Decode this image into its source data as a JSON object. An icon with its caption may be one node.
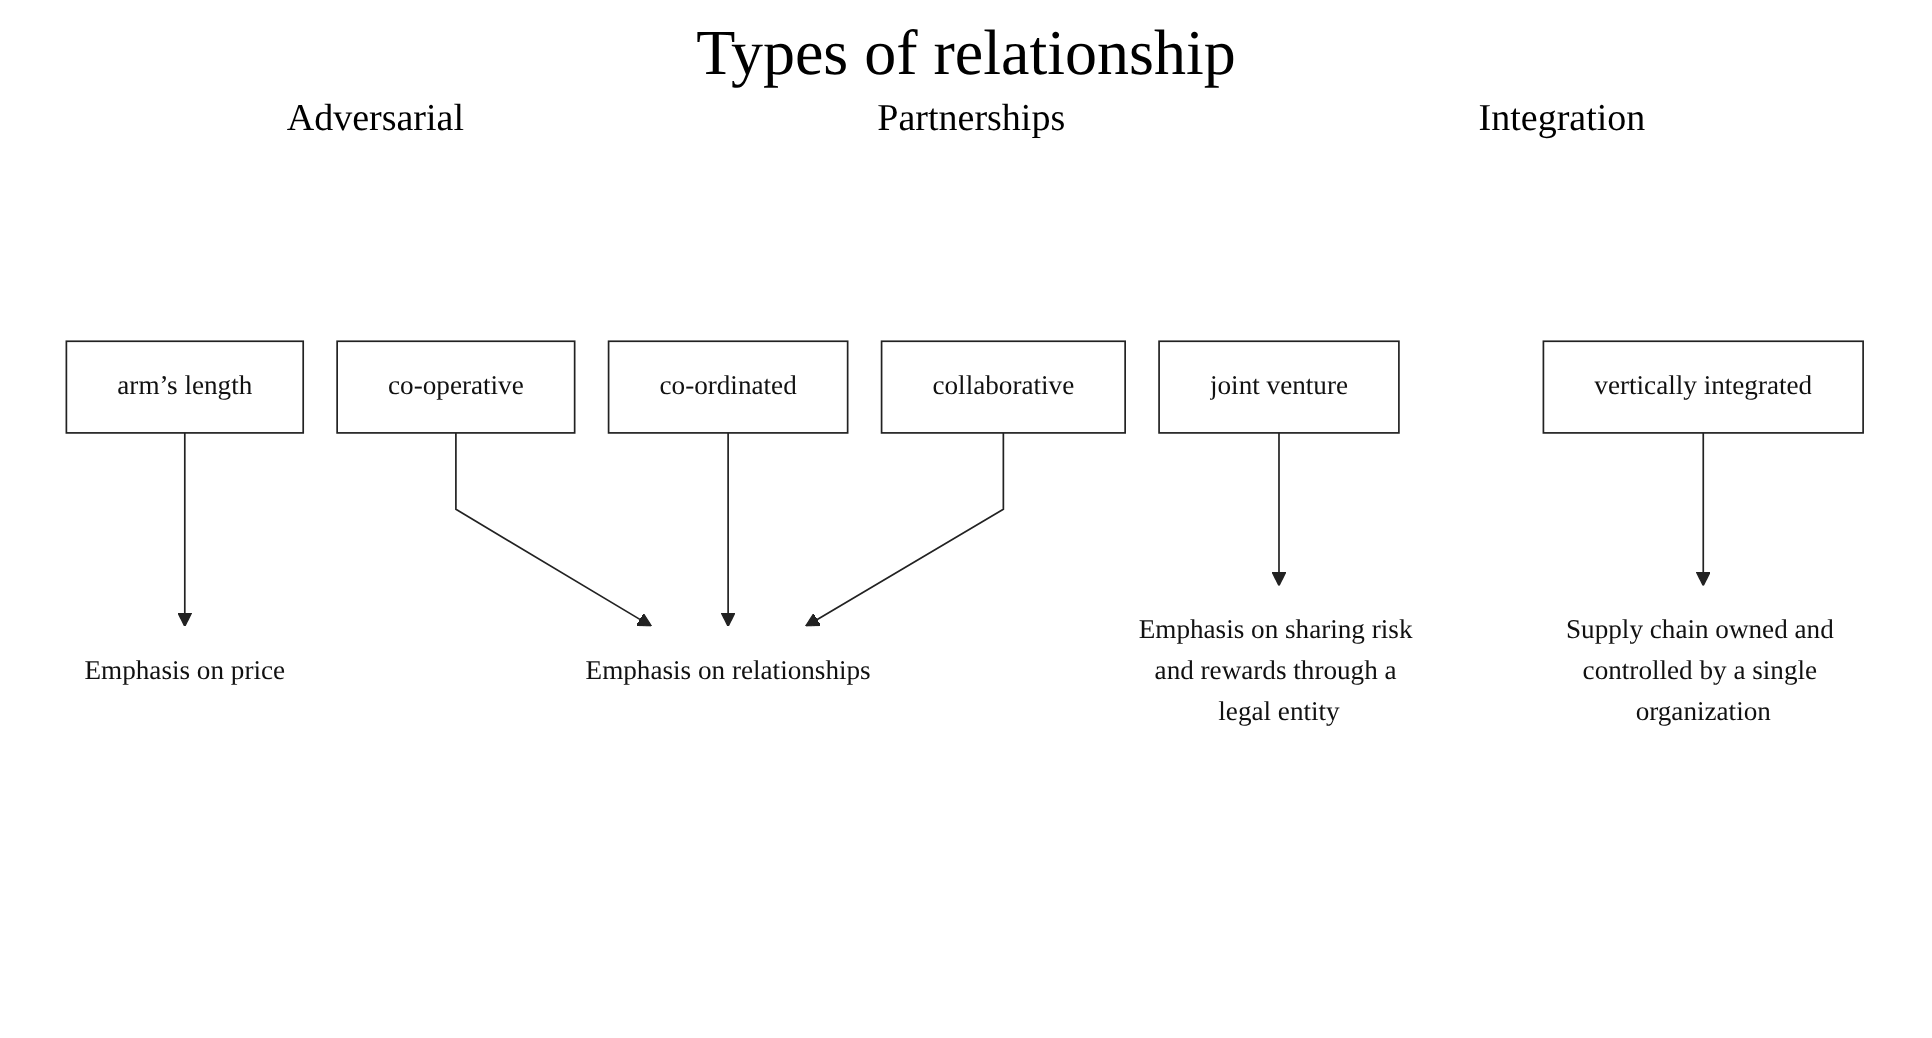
{
  "diagram": {
    "title": "Types of relationship",
    "nodes": [
      {
        "text": [
          "arm’s length"
        ]
      },
      {
        "text": [
          "co-operative"
        ]
      },
      {
        "text": [
          "co-ordinated"
        ]
      },
      {
        "text": [
          "collaborative"
        ]
      },
      {
        "text": [
          "joint venture"
        ]
      },
      {
        "text": [
          "vertically integrated"
        ]
      },
      {
        "text": [
          "Emphasis on price"
        ]
      },
      {
        "text": [
          "Emphasis on relationships"
        ]
      },
      {
        "text": [
          "Emphasis on sharing risk and rewards through a legal entity"
        ]
      },
      {
        "text": [
          "Supply chain owned and controlled by a single organization"
        ]
      }
    ],
    "edges": [
      {
        "from": 0,
        "to": 6,
        "arrow": "to"
      },
      {
        "from": 1,
        "to": 7,
        "arrow": "to"
      },
      {
        "from": 2,
        "to": 7,
        "arrow": "to"
      },
      {
        "from": 3,
        "to": 7,
        "arrow": "to"
      },
      {
        "from": 4,
        "to": 8,
        "arrow": "to"
      },
      {
        "from": 5,
        "to": 9,
        "arrow": "to"
      }
    ],
    "labels": [
      "Adversarial",
      "Partnerships",
      "Integration"
    ]
  }
}
